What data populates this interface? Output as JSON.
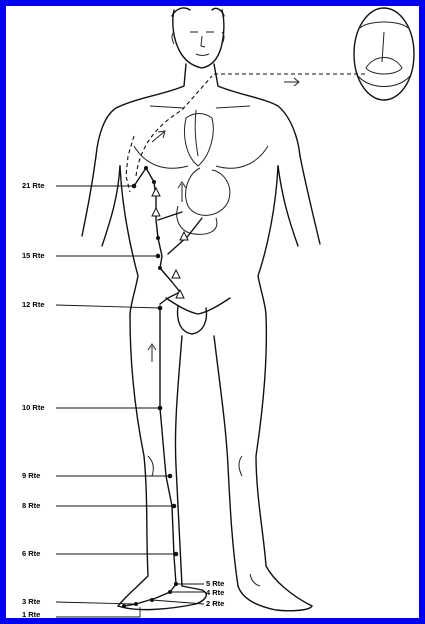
{
  "points": [
    {
      "id": "rte21",
      "label": "21 Rte"
    },
    {
      "id": "rte15",
      "label": "15 Rte"
    },
    {
      "id": "rte12",
      "label": "12 Rte"
    },
    {
      "id": "rte10",
      "label": "10 Rte"
    },
    {
      "id": "rte9",
      "label": "9 Rte"
    },
    {
      "id": "rte8",
      "label": "8 Rte"
    },
    {
      "id": "rte6",
      "label": "6 Rte"
    },
    {
      "id": "rte5",
      "label": "5 Rte"
    },
    {
      "id": "rte4",
      "label": "4 Rte"
    },
    {
      "id": "rte3",
      "label": "3 Rte"
    },
    {
      "id": "rte2",
      "label": "2 Rte"
    },
    {
      "id": "rte1",
      "label": "1 Rte"
    }
  ],
  "colors": {
    "border": "#0000ee",
    "ink": "#111111",
    "background": "#ffffff"
  }
}
